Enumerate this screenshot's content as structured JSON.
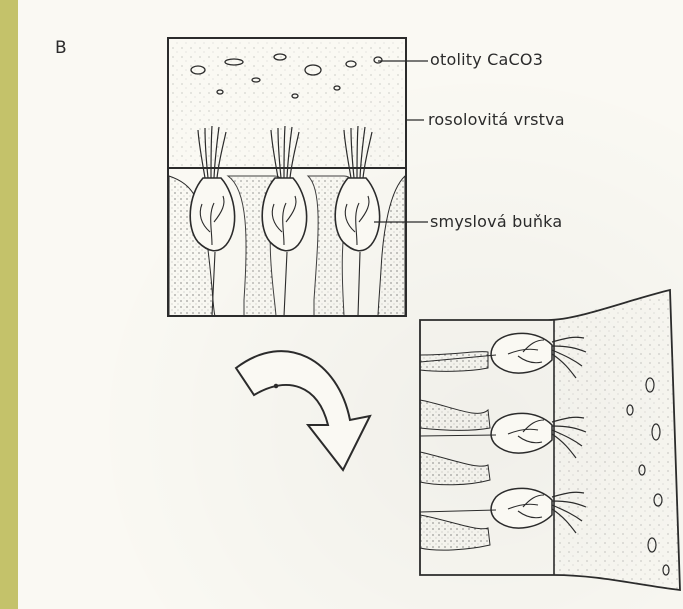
{
  "figure": {
    "panel_letter": "B",
    "labels": {
      "otoliths": "otolity CaCO3",
      "gel_layer": "rosolovitá vrstva",
      "sensory_cell": "smyslová buňka"
    }
  },
  "colors": {
    "frame": "#c4c26a",
    "paper": "#faf9f3",
    "ink": "#2b2b2b"
  }
}
